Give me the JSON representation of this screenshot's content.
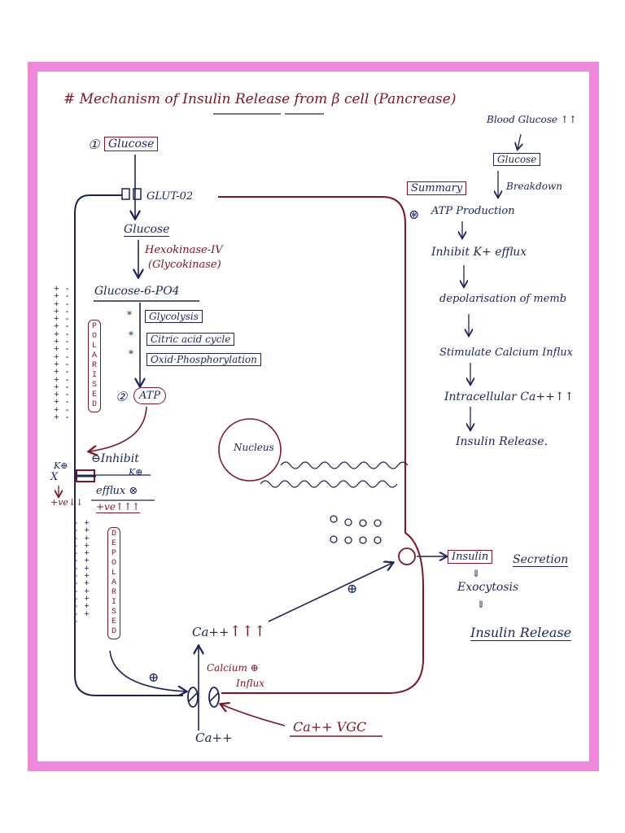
{
  "title": "# Mechanism of Insulin Release from β cell (Pancrease)",
  "steps": {
    "step1_num": "①",
    "step2_num": "②",
    "glucose_box": "Glucose",
    "glut": "GLUT-02",
    "glucose": "Glucose",
    "hexokinase": "Hexokinase-IV",
    "glucokinase": "(Glycokinase)",
    "g6p": "Glucose-6-PO4",
    "glycolysis": "Glycolysis",
    "citric": "Citric acid cycle",
    "oxphos": "Oxid·Phosphorylation",
    "atp": "ATP",
    "polarised": [
      "P",
      "O",
      "L",
      "A",
      "R",
      "I",
      "S",
      "E",
      "D"
    ],
    "depolarised": [
      "D",
      "E",
      "P",
      "O",
      "L",
      "A",
      "R",
      "I",
      "S",
      "E",
      "D"
    ]
  },
  "channel": {
    "inhibit": "⊖Inhibit",
    "k_plus": "K⊕",
    "k_left": "K⊕",
    "x_mark": "X",
    "efflux": "efflux ⊗",
    "ve": "+ve↑↑↑",
    "ve_left": "+ve↓↓"
  },
  "calcium": {
    "ca_up": "Ca++",
    "ca_arrows": "↑↑↑",
    "influx1": "Calcium ⊕",
    "influx2": "Influx",
    "ca_bottom": "Ca++",
    "vgc": "Ca++ VGC",
    "plus_1": "⊕",
    "plus_2": "⊕"
  },
  "nucleus": "Nucleus",
  "secretion": {
    "insulin": "Insulin",
    "secretion": "Secretion",
    "exocytosis": "Exocytosis",
    "release": "Insulin Release",
    "down1": "⇓",
    "down2": "⇓"
  },
  "summary": {
    "blood_glucose": "Blood Glucose ↑↑",
    "glucose_box": "Glucose",
    "breakdown": "Breakdown",
    "label": "Summary",
    "star": "⊛",
    "atp_production": "ATP Production",
    "inhibit_k": "Inhibit K+ efflux",
    "depol": "depolarisation of memb",
    "stimulate": "Stimulate Calcium Influx",
    "intracellular": "Intracellular Ca++↑↑",
    "release": "Insulin Release."
  }
}
